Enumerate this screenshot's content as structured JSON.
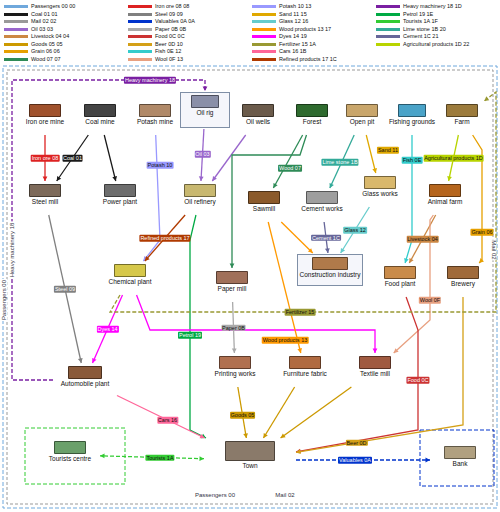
{
  "diagram": {
    "nodes": [
      {
        "text": [
          "Iron ore mine"
        ]
      },
      {
        "text": [
          "Coal mine"
        ]
      },
      {
        "text": [
          "Potash mine"
        ]
      },
      {
        "text": [
          "Oil rig"
        ]
      },
      {
        "text": [
          "Oil wells"
        ]
      },
      {
        "text": [
          "Forest"
        ]
      },
      {
        "text": [
          "Open pit"
        ]
      },
      {
        "text": [
          "Fishing grounds"
        ]
      },
      {
        "text": [
          "Farm"
        ]
      },
      {
        "text": [
          "Steel mill"
        ]
      },
      {
        "text": [
          "Power plant"
        ]
      },
      {
        "text": [
          "Oil refinery"
        ]
      },
      {
        "text": [
          "Sawmill"
        ]
      },
      {
        "text": [
          "Cement works"
        ]
      },
      {
        "text": [
          "Glass works"
        ]
      },
      {
        "text": [
          "Animal farm"
        ]
      },
      {
        "text": [
          "Chemical plant"
        ]
      },
      {
        "text": [
          "Paper mill"
        ]
      },
      {
        "text": [
          "Construction industry"
        ]
      },
      {
        "text": [
          "Food plant"
        ]
      },
      {
        "text": [
          "Brewery"
        ]
      },
      {
        "text": [
          "Automobile plant"
        ]
      },
      {
        "text": [
          "Printing works"
        ]
      },
      {
        "text": [
          "Furniture fabric"
        ]
      },
      {
        "text": [
          "Textile mill"
        ]
      },
      {
        "text": [
          "Tourists centre"
        ]
      },
      {
        "text": [
          "Town"
        ]
      },
      {
        "text": [
          "Bank"
        ]
      }
    ],
    "edges": [
      {
        "from": 0,
        "to": 9,
        "arrow": "to",
        "label": "Iron ore 08"
      },
      {
        "from": 1,
        "to": 9,
        "arrow": "to",
        "label": "Coal 01"
      },
      {
        "from": 1,
        "to": 10,
        "arrow": "to"
      },
      {
        "from": 2,
        "to": 16,
        "arrow": "to",
        "label": "Potash 10"
      },
      {
        "from": 3,
        "to": 11,
        "arrow": "to",
        "label": "Oil 03"
      },
      {
        "from": 4,
        "to": 11,
        "arrow": "to"
      },
      {
        "from": 5,
        "to": 12,
        "arrow": "to",
        "label": "Wood 07"
      },
      {
        "from": 5,
        "to": 17,
        "arrow": "to"
      },
      {
        "from": 6,
        "to": 13,
        "arrow": "to",
        "label": "Lime stone 1B"
      },
      {
        "from": 6,
        "to": 14,
        "arrow": "to",
        "label": "Sand 11"
      },
      {
        "from": 7,
        "to": 19,
        "arrow": "to",
        "label": "Fish 0E"
      },
      {
        "from": 8,
        "to": 15,
        "arrow": "to",
        "label": "Agricultural products 1D"
      },
      {
        "from": 8,
        "to": 20,
        "arrow": "to",
        "label": "Grain 06"
      },
      {
        "from": 15,
        "to": 19,
        "arrow": "to",
        "label": "Livestock 04"
      },
      {
        "from": 15,
        "to": 24,
        "arrow": "to",
        "label": "Wool 0F"
      },
      {
        "from": 9,
        "to": 21,
        "arrow": "to",
        "label": "Steel 09"
      },
      {
        "from": 11,
        "to": 16,
        "arrow": "to",
        "label": "Refined products 17"
      },
      {
        "from": 11,
        "to": 26,
        "arrow": "to",
        "label": "Petrol 19"
      },
      {
        "from": 16,
        "to": 21,
        "arrow": "to",
        "label": "Dyes 14"
      },
      {
        "from": 16,
        "to": 24,
        "arrow": "to"
      },
      {
        "from": 12,
        "to": 23,
        "arrow": "to",
        "label": "Wood products 13"
      },
      {
        "from": 12,
        "to": 18,
        "arrow": "to"
      },
      {
        "from": 13,
        "to": 18,
        "arrow": "to",
        "label": "Cement 1C"
      },
      {
        "from": 14,
        "to": 18,
        "arrow": "to",
        "label": "Glass 12"
      },
      {
        "from": 17,
        "to": 22,
        "arrow": "to",
        "label": "Paper 0B"
      },
      {
        "from": 22,
        "to": 26,
        "arrow": "to",
        "label": "Goods 05"
      },
      {
        "from": 23,
        "to": 26,
        "arrow": "to"
      },
      {
        "from": 24,
        "to": 26,
        "arrow": "to"
      },
      {
        "from": 21,
        "to": 26,
        "arrow": "to",
        "label": "Cars 16"
      },
      {
        "from": 19,
        "to": 26,
        "arrow": "to",
        "label": "Food 0C"
      },
      {
        "from": 20,
        "to": 26,
        "arrow": "to",
        "label": "Beer 0D"
      },
      {
        "from": 16,
        "to": 8,
        "arrow": "to",
        "label": "Fertilizer 15"
      },
      {
        "from": 26,
        "to": 25,
        "arrow": "both",
        "label": "Tourists 1A"
      },
      {
        "from": 26,
        "to": 27,
        "arrow": "to",
        "label": "Valuables 0A"
      },
      {
        "from": 21,
        "to": 3,
        "arrow": "to",
        "label": "Heavy machinery 18"
      }
    ],
    "labels": [
      "Passengers 00",
      "Heavy machinery 18",
      "Mail 02",
      "Passengers 00",
      "Mail 02"
    ],
    "legend": [
      {
        "text": "Passengers 00 00",
        "color": "#6fa8dc"
      },
      {
        "text": "Coal 01 01",
        "color": "#1a1a1a"
      },
      {
        "text": "Mail 02 02",
        "color": "#999999"
      },
      {
        "text": "Oil 03 03",
        "color": "#9966cc"
      },
      {
        "text": "Livestock 04 04",
        "color": "#cc8844"
      },
      {
        "text": "Goods 05 05",
        "color": "#cc9900"
      },
      {
        "text": "Grain 06 06",
        "color": "#e6a000"
      },
      {
        "text": "Wood 07 07",
        "color": "#2e8b57"
      },
      {
        "text": "Iron ore 08 08",
        "color": "#dd2222"
      },
      {
        "text": "Steel 09 09",
        "color": "#808080"
      },
      {
        "text": "Valuables 0A 0A",
        "color": "#0033cc"
      },
      {
        "text": "Paper 0B 0B",
        "color": "#aaaaaa"
      },
      {
        "text": "Food 0C 0C",
        "color": "#cc3333"
      },
      {
        "text": "Beer 0D 10",
        "color": "#d4a017"
      },
      {
        "text": "Fish 0E 12",
        "color": "#33cccc"
      },
      {
        "text": "Wool 0F 13",
        "color": "#e8a080"
      },
      {
        "text": "Potash 10 13",
        "color": "#9999ff"
      },
      {
        "text": "Sand 11 15",
        "color": "#e0a800"
      },
      {
        "text": "Glass 12 16",
        "color": "#66cccc"
      },
      {
        "text": "Wood products 13 17",
        "color": "#ff9900"
      },
      {
        "text": "Dyes 14 19",
        "color": "#ff00ff"
      },
      {
        "text": "Fertilizer 15 1A",
        "color": "#999933"
      },
      {
        "text": "Cars 16 1B",
        "color": "#ff6699"
      },
      {
        "text": "Refined products 17 1C",
        "color": "#b03a00"
      },
      {
        "text": "Heavy machinery 18 1D",
        "color": "#7a1fa2"
      },
      {
        "text": "Petrol 19 1E",
        "color": "#00aa44"
      },
      {
        "text": "Tourists 1A 1F",
        "color": "#33cc33"
      },
      {
        "text": "Lime stone 1B 20",
        "color": "#33aa99"
      },
      {
        "text": "Cement 1C 21",
        "color": "#666699"
      },
      {
        "text": "Agricultural products 1D 22",
        "color": "#b8d400"
      }
    ]
  }
}
